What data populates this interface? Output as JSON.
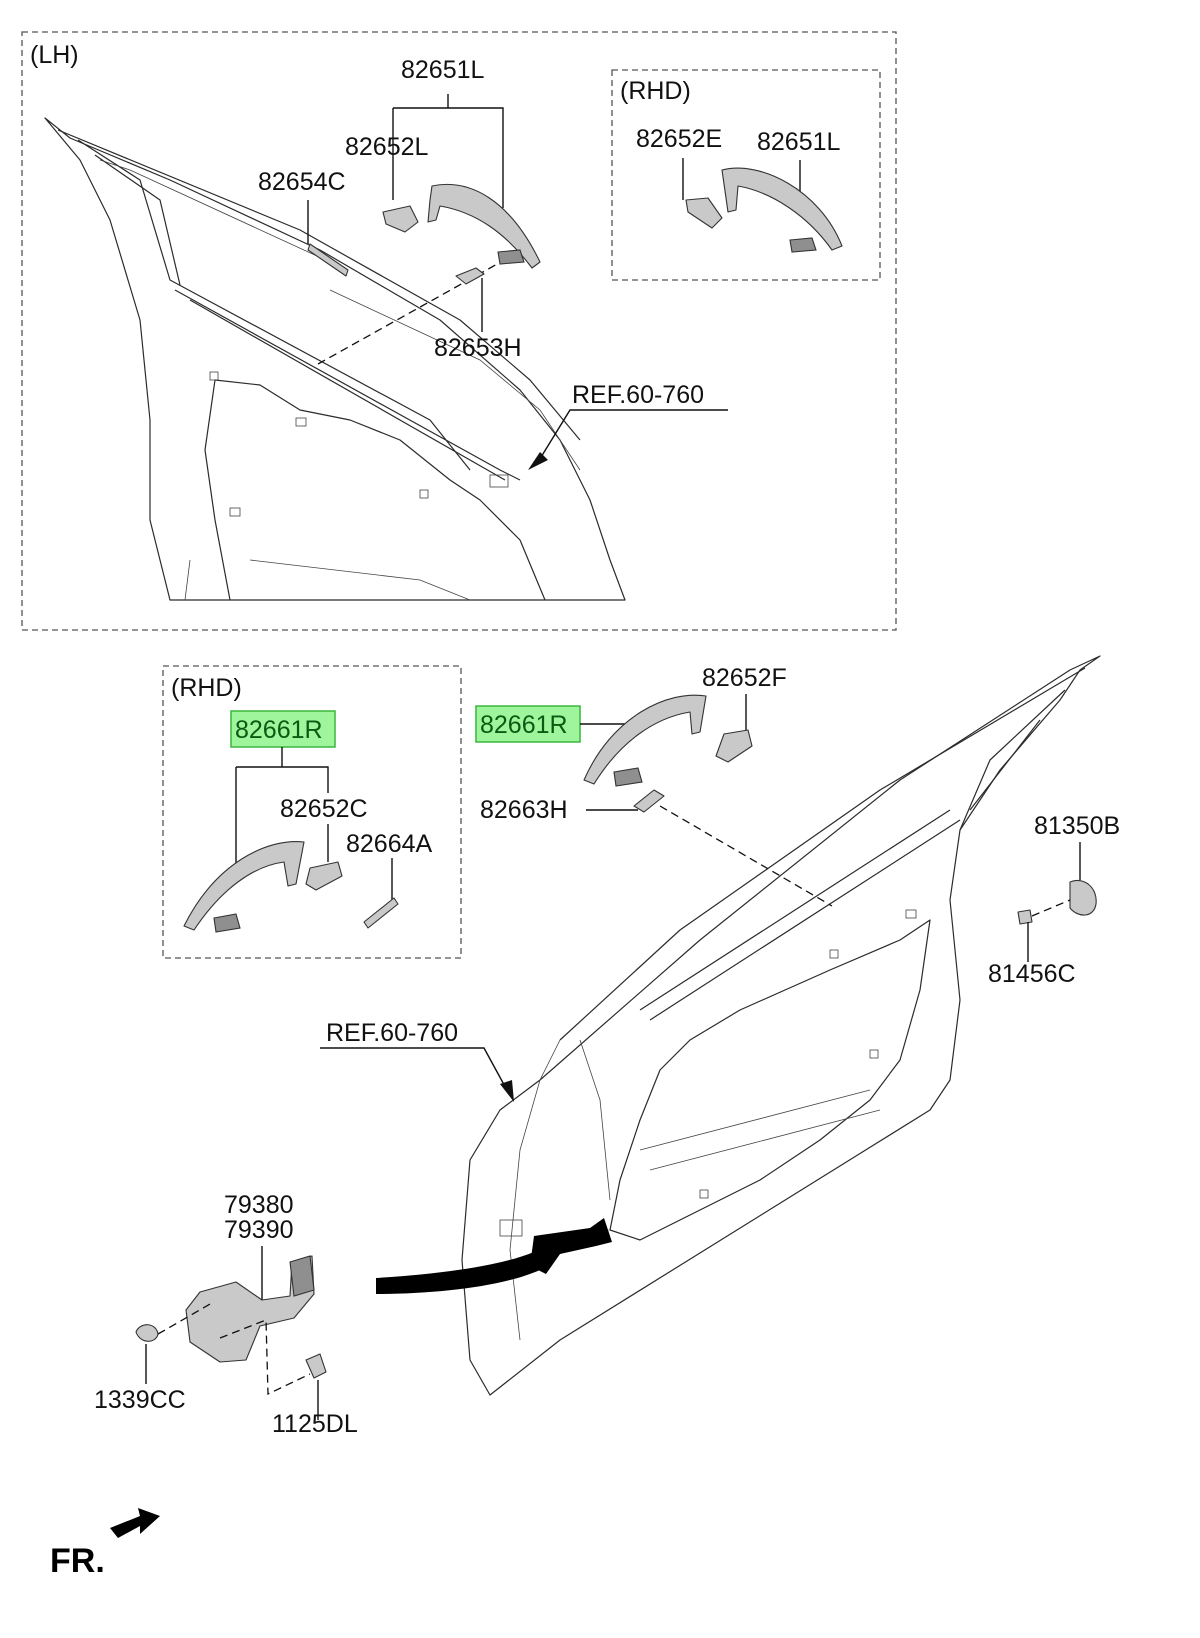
{
  "colors": {
    "highlight_fill": "#9ef59b",
    "highlight_border": "#3bb63b",
    "line": "#111111",
    "part_fill": "#c9c9c9"
  },
  "top_panel": {
    "title": "(LH)",
    "labels": {
      "p82651L": "82651L",
      "p82652L": "82652L",
      "p82654C": "82654C",
      "p82653H": "82653H",
      "ref": "REF.60-760"
    },
    "rhd_inset": {
      "title": "(RHD)",
      "p82652E": "82652E",
      "p82651L": "82651L"
    }
  },
  "bottom_rhd_inset": {
    "title": "(RHD)",
    "p82661R": "82661R",
    "p82652C": "82652C",
    "p82664A": "82664A"
  },
  "bottom_main": {
    "p82652F": "82652F",
    "p82661R": "82661R",
    "p82663H": "82663H",
    "p81350B": "81350B",
    "p81456C": "81456C",
    "ref": "REF.60-760",
    "p79380": "79380",
    "p79390": "79390",
    "p1339CC": "1339CC",
    "p1125DL": "1125DL"
  },
  "direction_marker": "FR.",
  "icons": {
    "outside_handle": "door-handle-icon",
    "handle_cover": "handle-cover-icon",
    "gasket": "gasket-icon",
    "striker": "striker-icon",
    "checker": "door-checker-icon",
    "bolt": "bolt-icon",
    "direction": "front-arrow-icon"
  }
}
